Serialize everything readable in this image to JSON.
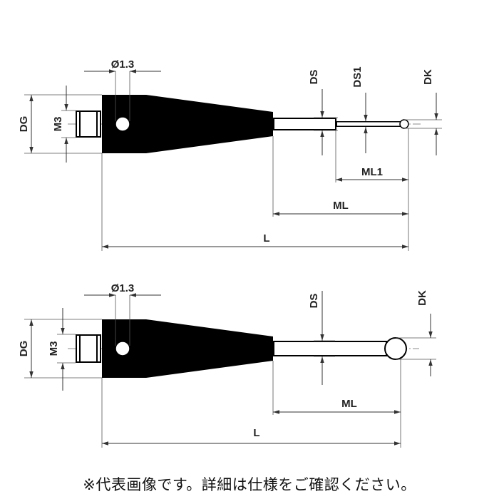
{
  "top_view": {
    "hole_label": "Ø1.3",
    "dg_label": "DG",
    "m3_label": "M3",
    "ds_label": "DS",
    "ds1_label": "DS1",
    "dk_label": "DK",
    "ml1_label": "ML1",
    "ml_label": "ML",
    "l_label": "L"
  },
  "bottom_view": {
    "hole_label": "Ø1.3",
    "dg_label": "DG",
    "m3_label": "M3",
    "ds_label": "DS",
    "dk_label": "DK",
    "ml_label": "ML",
    "l_label": "L"
  },
  "footnote": "※代表画像です。詳細は仕様をご確認ください。"
}
